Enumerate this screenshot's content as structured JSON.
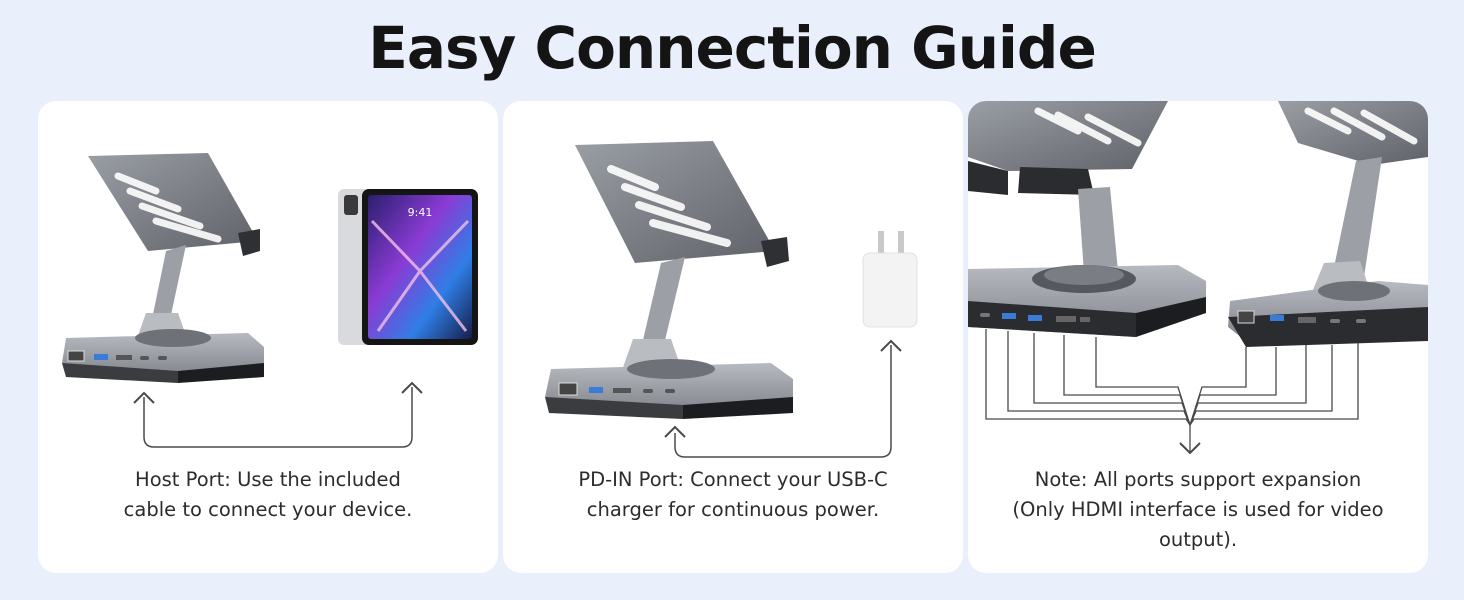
{
  "title": "Easy Connection Guide",
  "panels": [
    {
      "id": "host",
      "caption": [
        "Host Port: Use the included",
        "cable to connect your device."
      ],
      "tablet_screen_time": "9:41"
    },
    {
      "id": "pd-in",
      "caption": [
        "PD-IN Port: Connect your USB-C",
        "charger for continuous power."
      ]
    },
    {
      "id": "note",
      "caption": [
        "Note: All ports support expansion",
        "(Only HDMI interface is used for video output)."
      ]
    }
  ],
  "colors": {
    "background": "#e9effb",
    "card": "#ffffff",
    "aluminum": "#8a8e95",
    "aluminum_dark": "#55585e",
    "port_face": "#2a2c30",
    "usb_blue": "#3b7bd8",
    "line": "#4a4a4a"
  },
  "icons": [
    "stand-hub-icon",
    "tablet-icon",
    "charger-icon",
    "arrow-up-icon",
    "arrow-down-icon"
  ]
}
